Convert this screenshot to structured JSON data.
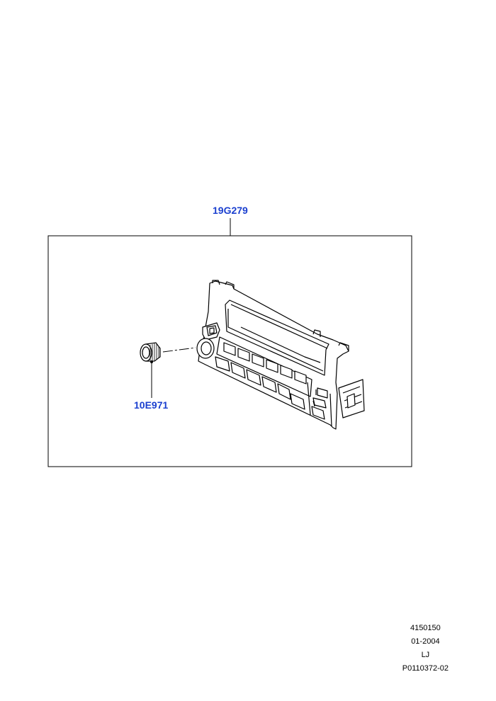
{
  "colors": {
    "callout_text": "#1a3fcf",
    "line": "#000000",
    "part_fill": "#ffffff"
  },
  "callouts": {
    "assembly_part_number": "19G279",
    "knob_part_number": "10E971"
  },
  "footer": {
    "illustration_number": "4150150",
    "date": "01-2004",
    "model_code": "LJ",
    "reference": "P0110372-02"
  }
}
